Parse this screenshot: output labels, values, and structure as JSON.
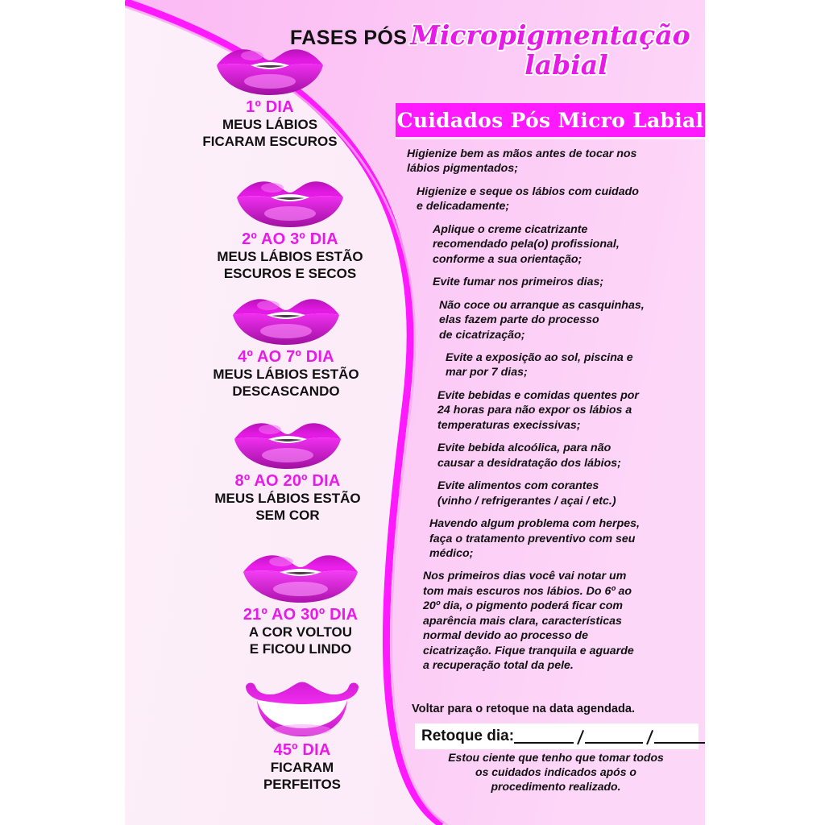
{
  "poster": {
    "header_left_label": "FASES PÓS",
    "title_line1": "Micropigmentação",
    "title_line2": "labial",
    "banner_title": "Cuidados Pós Micro Labial",
    "colors": {
      "magenta": "#ff19ff",
      "accent_pink": "#e81ae8",
      "bg_left": "#fdf0fa",
      "bg_right": "#fbb6f2",
      "text_dark": "#111111",
      "white": "#ffffff"
    }
  },
  "phases": [
    {
      "icon": "lips-icon",
      "day": "1º DIA",
      "desc": "MEUS LÁBIOS\nFICARAM ESCUROS"
    },
    {
      "icon": "lips-icon",
      "day": "2º AO 3º DIA",
      "desc": "MEUS LÁBIOS ESTÃO\nESCUROS E SECOS"
    },
    {
      "icon": "lips-icon",
      "day": "4º AO 7º DIA",
      "desc": "MEUS LÁBIOS ESTÃO\nDESCASCANDO"
    },
    {
      "icon": "lips-icon",
      "day": "8º AO 20º DIA",
      "desc": "MEUS LÁBIOS ESTÃO\nSEM COR"
    },
    {
      "icon": "lips-icon",
      "day": "21º AO 30º DIA",
      "desc": "A COR VOLTOU\nE FICOU LINDO"
    },
    {
      "icon": "smiling-lips-icon",
      "day": "45º DIA",
      "desc": "FICARAM\nPERFEITOS"
    }
  ],
  "care_items": [
    "Higienize bem as mãos antes de tocar nos\nlábios pigmentados;",
    "Higienize e seque os lábios com cuidado\ne delicadamente;",
    "Aplique o creme cicatrizante\nrecomendado pela(o) profissional,\nconforme a sua orientação;",
    "Evite fumar nos primeiros dias;",
    "Não coce ou arranque as casquinhas,\nelas fazem parte do processo\nde cicatrização;",
    "Evite a exposição ao sol, piscina e\nmar por 7 dias;",
    "Evite bebidas e comidas quentes por\n24 horas para não expor os lábios a\ntemperaturas execissivas;",
    "Evite bebida alcoólica, para não\ncausar a desidratação dos lábios;",
    "Evite alimentos com corantes\n(vinho / refrigerantes / açai  / etc.)",
    "Havendo algum problema com herpes,\nfaça o tratamento preventivo com seu\nmédico;",
    "Nos primeiros dias você vai notar um\ntom mais escuros nos lábios. Do 6º ao\n20º dia, o pigmento poderá ficar com\naparência mais clara, características\nnormal devido ao processo de\ncicatrização. Fique tranquila e aguarde\na recuperação total da pele."
  ],
  "footer": {
    "voltar_text": "Voltar para o retoque na data agendada.",
    "retoque_label": "Retoque dia:",
    "consent_text": "Estou ciente que tenho que tomar todos\nos cuidados indicados após o\nprocedimento realizado."
  }
}
